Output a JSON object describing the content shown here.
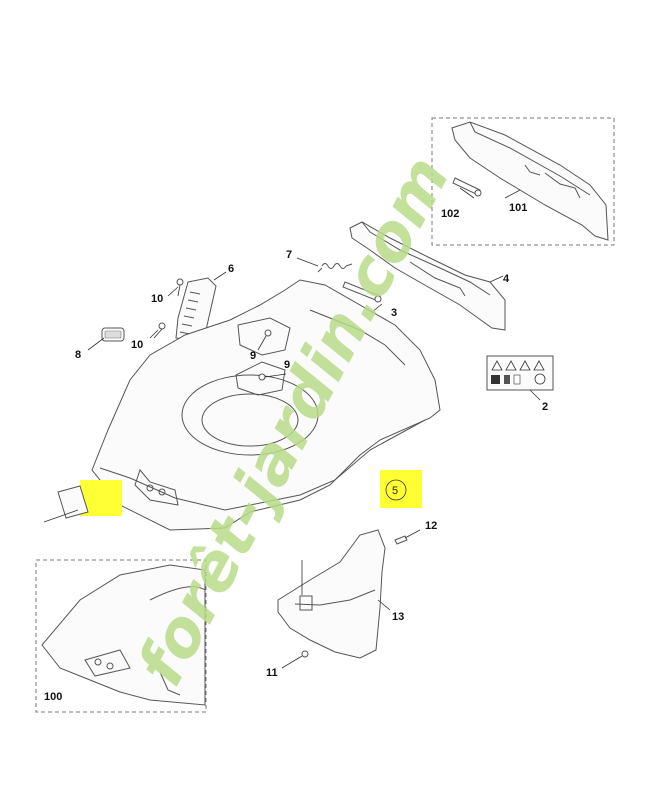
{
  "callouts": {
    "c1": "101",
    "c2": "102",
    "c3": "4",
    "c4": "7",
    "c5": "3",
    "c6": "6",
    "c7": "10",
    "c8": "10",
    "c9": "8",
    "c10": "9",
    "c11": "9",
    "c12": "2",
    "c13": "5",
    "c14": "12",
    "c15": "13",
    "c16": "11",
    "c17": "100"
  },
  "watermark": {
    "text": "forêt-jardin.com",
    "color_green": "#b9dc8a",
    "color_orange": "#f0b890",
    "color_grey": "#c8c4bc"
  },
  "colors": {
    "highlight": "#ffff33",
    "line": "#555555"
  },
  "icons": {
    "warning_label": "warning-label-icon"
  }
}
